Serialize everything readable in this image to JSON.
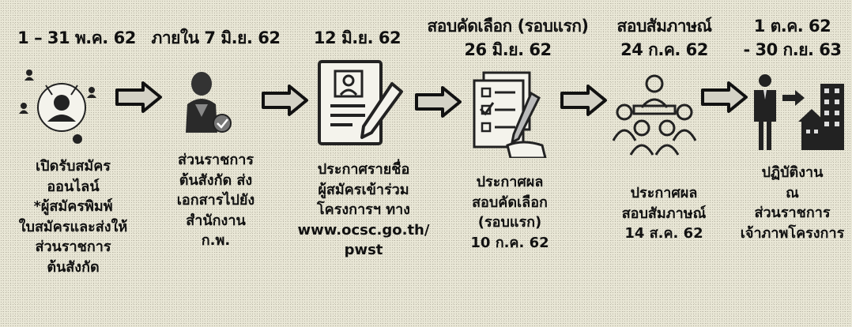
{
  "steps": [
    {
      "date": [
        "1 – 31 พ.ค. 62"
      ],
      "desc": [
        "เปิดรับสมัคร",
        "ออนไลน์",
        "*ผู้สมัครพิมพ์",
        "ใบสมัครและส่งให้",
        "ส่วนราชการ",
        "ต้นสังกัด"
      ],
      "icon": "online-users-icon"
    },
    {
      "date": [
        "ภายใน 7 มิ.ย. 62"
      ],
      "desc": [
        "ส่วนราชการ",
        "ต้นสังกัด ส่ง",
        "เอกสารไปยัง",
        "สำนักงาน",
        "ก.พ."
      ],
      "icon": "official-approval-icon"
    },
    {
      "date": [
        "12 มิ.ย. 62"
      ],
      "desc": [
        "ประกาศรายชื่อ",
        "ผู้สมัครเข้าร่วม",
        "โครงการฯ ทาง",
        "www.ocsc.go.th/",
        "pwst"
      ],
      "icon": "applicant-document-icon"
    },
    {
      "date": [
        "สอบคัดเลือก (รอบแรก)",
        "26 มิ.ย. 62"
      ],
      "desc": [
        "ประกาศผล",
        "สอบคัดเลือก",
        "(รอบแรก)",
        "10 ก.ค. 62"
      ],
      "icon": "exam-checklist-icon"
    },
    {
      "date": [
        "สอบสัมภาษณ์",
        "24 ก.ค. 62"
      ],
      "desc": [
        "ประกาศผล",
        "สอบสัมภาษณ์",
        "14 ส.ค. 62"
      ],
      "icon": "interview-meeting-icon"
    },
    {
      "date": [
        "1 ต.ค. 62",
        "- 30 ก.ย. 63"
      ],
      "desc": [
        "ปฏิบัติงาน",
        "ณ",
        "ส่วนราชการ",
        "เจ้าภาพโครงการ"
      ],
      "icon": "work-office-icon"
    }
  ]
}
